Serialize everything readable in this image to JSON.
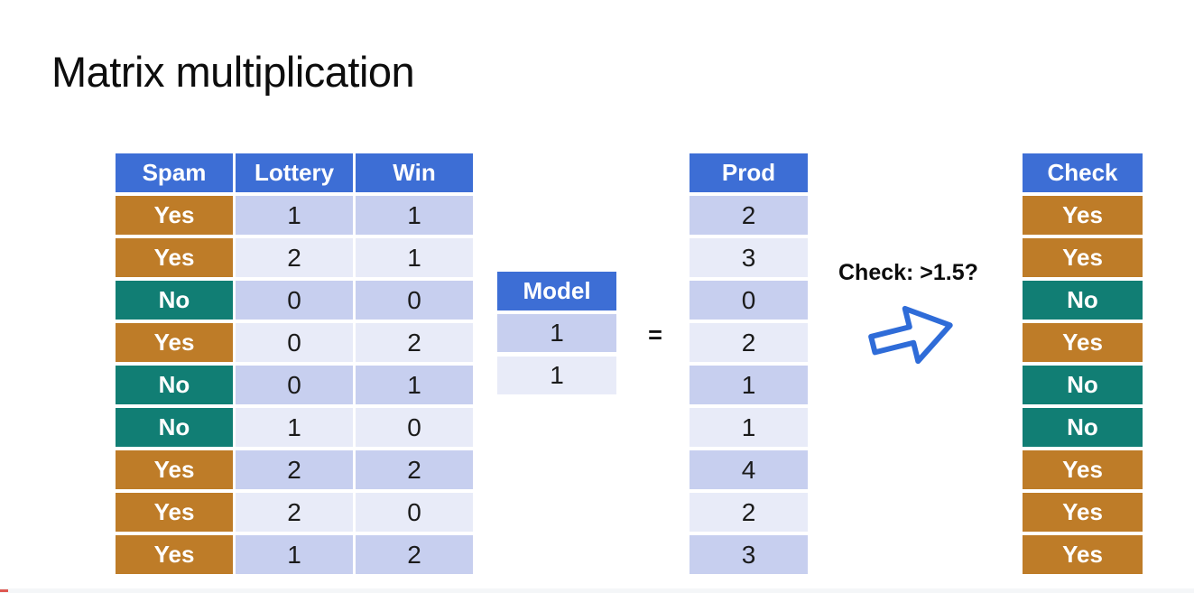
{
  "page": {
    "title": "Matrix multiplication"
  },
  "colors": {
    "header_blue": "#3d6ed5",
    "yes_orange": "#be7c28",
    "no_teal": "#117e74",
    "row_dark": "#c7cfef",
    "row_light": "#e8ebf8",
    "arrow_blue": "#2f6cd8"
  },
  "main_table": {
    "headers": {
      "spam": "Spam",
      "lottery": "Lottery",
      "win": "Win"
    },
    "rows": [
      {
        "spam": "Yes",
        "lottery": "1",
        "win": "1"
      },
      {
        "spam": "Yes",
        "lottery": "2",
        "win": "1"
      },
      {
        "spam": "No",
        "lottery": "0",
        "win": "0"
      },
      {
        "spam": "Yes",
        "lottery": "0",
        "win": "2"
      },
      {
        "spam": "No",
        "lottery": "0",
        "win": "1"
      },
      {
        "spam": "No",
        "lottery": "1",
        "win": "0"
      },
      {
        "spam": "Yes",
        "lottery": "2",
        "win": "2"
      },
      {
        "spam": "Yes",
        "lottery": "2",
        "win": "0"
      },
      {
        "spam": "Yes",
        "lottery": "1",
        "win": "2"
      }
    ]
  },
  "model_table": {
    "header": "Model",
    "values": [
      "1",
      "1"
    ]
  },
  "equals_sign": "=",
  "prod_table": {
    "header": "Prod",
    "values": [
      "2",
      "3",
      "0",
      "2",
      "1",
      "1",
      "4",
      "2",
      "3"
    ]
  },
  "check_annotation": {
    "label": "Check: >1.5?"
  },
  "check_table": {
    "header": "Check",
    "values": [
      "Yes",
      "Yes",
      "No",
      "Yes",
      "No",
      "No",
      "Yes",
      "Yes",
      "Yes"
    ]
  }
}
